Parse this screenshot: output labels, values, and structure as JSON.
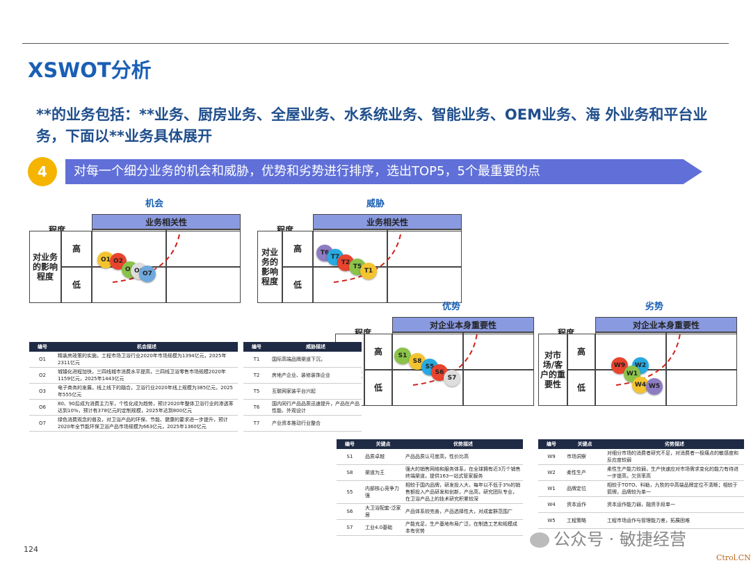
{
  "title": "XSWOT分析",
  "subtitle": "**的业务包括：**业务、厨房业务、全屋业务、水系统业务、智能业务、OEM业务、海 外业务和平台业务，下面以**业务具体展开",
  "step": {
    "number": "4",
    "text": "对每一个细分业务的机会和威胁，优势和劣势进行排序，选出TOP5，5个最重要的点"
  },
  "opportunity": {
    "label": "机会",
    "degree": "程度",
    "col_header": "业务相关性",
    "high": "高",
    "low": "低",
    "row_header": "对业务的影响程度",
    "bubbles": [
      {
        "id": "O1",
        "color": "#f4c430"
      },
      {
        "id": "O2",
        "color": "#e8442e"
      },
      {
        "id": "O3",
        "color": "#8bc34a"
      },
      {
        "id": "O6",
        "color": "#dddddd"
      },
      {
        "id": "O7",
        "color": "#6fa8dc"
      }
    ]
  },
  "threat": {
    "label": "威胁",
    "degree": "程度",
    "col_header": "业务相关性",
    "high": "高",
    "low": "低",
    "row_header": "对业务的影响程度",
    "bubbles": [
      {
        "id": "T6",
        "color": "#8e7cc3"
      },
      {
        "id": "T7",
        "color": "#27a9e1"
      },
      {
        "id": "T2",
        "color": "#e8442e"
      },
      {
        "id": "T5",
        "color": "#8bc34a"
      },
      {
        "id": "T1",
        "color": "#f4c430"
      }
    ]
  },
  "strength": {
    "label": "优势",
    "degree": "程度",
    "col_header": "对企业本身重要性",
    "high": "高",
    "low": "低",
    "row_header": "对市场/客户的重要性",
    "bubbles": [
      {
        "id": "S1",
        "color": "#8bc34a"
      },
      {
        "id": "S8",
        "color": "#f4c430"
      },
      {
        "id": "S5",
        "color": "#27a9e1"
      },
      {
        "id": "S6",
        "color": "#e8442e"
      },
      {
        "id": "S7",
        "color": "#dddddd"
      }
    ]
  },
  "weakness": {
    "label": "劣势",
    "degree": "程度",
    "col_header": "对企业本身重要性",
    "high": "高",
    "low": "低",
    "row_header": "对市场/客户的重要性",
    "bubbles": [
      {
        "id": "W9",
        "color": "#e8442e"
      },
      {
        "id": "W2",
        "color": "#27a9e1"
      },
      {
        "id": "W1",
        "color": "#8bc34a"
      },
      {
        "id": "W4",
        "color": "#f4c430"
      },
      {
        "id": "W5",
        "color": "#8e7cc3"
      }
    ]
  },
  "opp_table": {
    "headers": [
      "编号",
      "机会描述"
    ],
    "rows": [
      [
        "O1",
        "精装房政策的实施，工程市场卫浴行业2020年市场规模为1394亿元，2025年2311亿元"
      ],
      [
        "O2",
        "城镇化进程加快，三四线城市消费水平提高，三四线卫浴零售市场规模2020年1159亿元，2025年1443亿元"
      ],
      [
        "O3",
        "电子商务的发展，线上线下的融合，卫浴行业2020年线上规模为385亿元，2025年555亿元"
      ],
      [
        "O6",
        "80、90后成为消费主力军，个性化成为趋势，预计2020年整体卫浴行业的渗透率达到10%，预计有378亿元的定制规模，2025年达到800亿元"
      ],
      [
        "O7",
        "绿色消费观念的普及，对卫浴产品的环保、节能、健康的要求进一步提升，预计2020年全节能环保卫浴产品市场规模为663亿元，2025年1360亿元"
      ]
    ]
  },
  "threat_table": {
    "headers": [
      "编号",
      "威胁描述"
    ],
    "rows": [
      [
        "T1",
        "国际高端品牌渠道下沉，"
      ],
      [
        "T2",
        "房地产企业、装修装饰企业"
      ],
      [
        "T5",
        "互联网家装平台兴起"
      ],
      [
        "T6",
        "国内同行产品品质迅速提升，产品在产品性能、外观设计"
      ],
      [
        "T7",
        "产业资本推动行业整合"
      ]
    ]
  },
  "strength_table": {
    "headers": [
      "编号",
      "关键点",
      "优势描述"
    ],
    "rows": [
      [
        "S1",
        "品质卓越",
        "产品品质认可度高，性价比高"
      ],
      [
        "S8",
        "渠道为王",
        "强大的销售网络和服务体系，在全球拥有近3万个销售终端渠道，提供163一站式管家服务"
      ],
      [
        "S5",
        "内部核心竞争力强",
        "相较于国内品牌，研发投入大，每年以不低于3%的销售额投入产品研发和创新，产出高，研究团队专业，在卫浴产品上的技术研究积累较深"
      ],
      [
        "S6",
        "大卫浴配套-泛家居",
        "产品体系较完善，产品选择性大，对成套群范围广"
      ],
      [
        "S7",
        "工业4.0基础",
        "产能充足，生产基地布局广泛，在制造工艺和规模成本有优势"
      ]
    ]
  },
  "weakness_table": {
    "headers": [
      "编号",
      "关键点",
      "劣势描述"
    ],
    "rows": [
      [
        "W9",
        "市场洞察",
        "对细分市场的消费者研究不足，对消费者一极痛点的敏感度和反应度较弱"
      ],
      [
        "W2",
        "柔性生产",
        "柔性生产能力较弱，生产快速应对市场需求变化的能力有待进一步提高，欠货率高"
      ],
      [
        "W1",
        "品牌定位",
        "相较于TOTO、科勒，九牧的中高端品牌定位不清晰；相较于箭牌，品牌较为单一"
      ],
      [
        "W4",
        "资本运作",
        "资本运作能力弱，融资手段单一"
      ],
      [
        "W5",
        "工程策略",
        "工程市场运作与管理能力差，拓展困难"
      ]
    ]
  },
  "page_number": "124",
  "watermark": "公众号 · 敏捷经营",
  "brand": "Ctrol.CN"
}
